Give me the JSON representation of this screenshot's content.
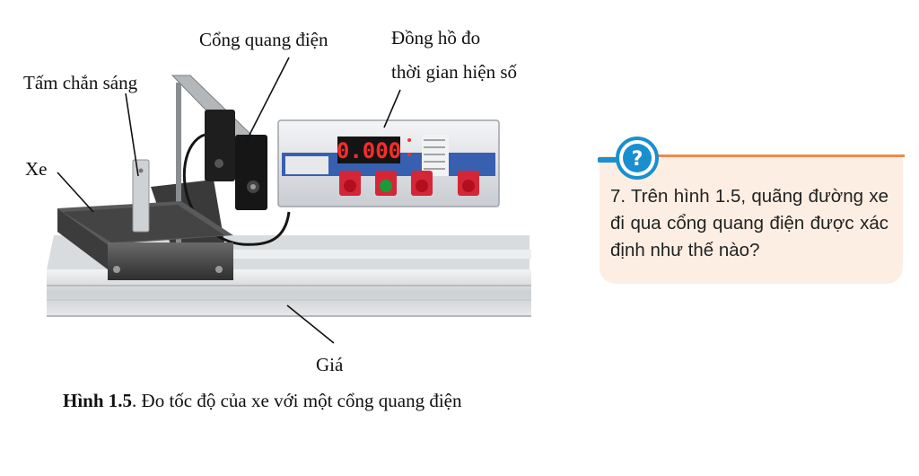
{
  "labels": {
    "cong_quang_dien": "Cổng quang điện",
    "dong_ho_line1": "Đồng hồ đo",
    "dong_ho_line2": "thời gian hiện số",
    "tam_chan_sang": "Tấm chắn sáng",
    "xe": "Xe",
    "gia": "Giá"
  },
  "timer_display": "0.000",
  "caption": {
    "figure_number": "Hình 1.5",
    "text": ". Đo tốc độ của xe với một cổng quang điện"
  },
  "question": {
    "icon": "question-mark-icon",
    "icon_glyph": "?",
    "text": "7. Trên hình 1.5, quãng đường xe đi qua cổng quang điện được xác định như thế nào?"
  },
  "colors": {
    "accent": "#ee8a4d",
    "question_bg": "#fdeee3",
    "icon_blue": "#1a8fd0"
  }
}
